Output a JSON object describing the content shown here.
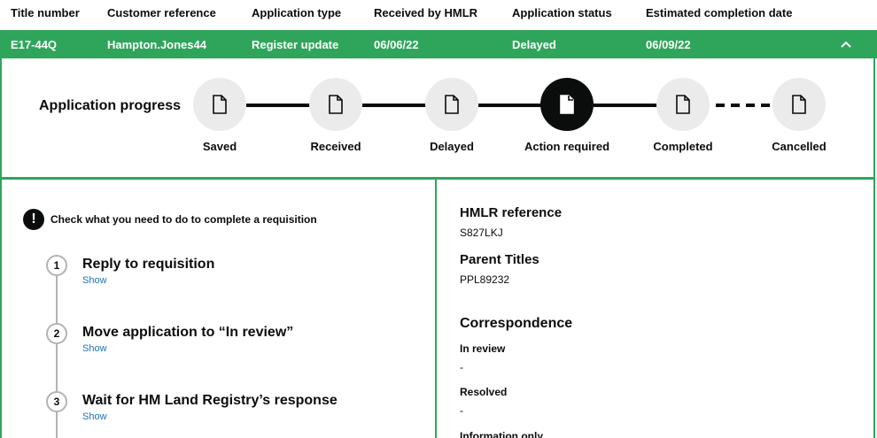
{
  "columns": {
    "title_number": "Title number",
    "customer_reference": "Customer reference",
    "application_type": "Application type",
    "received_by_hmlr": "Received by HMLR",
    "application_status": "Application status",
    "estimated_completion": "Estimated completion date"
  },
  "row": {
    "title_number": "E17-44Q",
    "customer_reference": "Hampton.Jones44",
    "application_type": "Register update",
    "received": "06/06/22",
    "status": "Delayed",
    "estimated_completion": "06/09/22",
    "toggle_icon": "chevron-up-icon"
  },
  "progress": {
    "title": "Application progress",
    "steps": [
      {
        "label": "Saved",
        "icon": "document-icon"
      },
      {
        "label": "Received",
        "icon": "document-icon"
      },
      {
        "label": "Delayed",
        "icon": "document-icon"
      },
      {
        "label": "Action required",
        "icon": "document-icon",
        "active": true
      },
      {
        "label": "Completed",
        "icon": "document-icon"
      },
      {
        "label": "Cancelled",
        "icon": "document-icon"
      }
    ]
  },
  "requisition": {
    "notice_icon": "!",
    "notice": "Check what you need to do to complete a requisition",
    "steps": [
      {
        "number": "1",
        "title": "Reply to requisition",
        "action": "Show"
      },
      {
        "number": "2",
        "title": "Move application to “In review”",
        "action": "Show"
      },
      {
        "number": "3",
        "title": "Wait for HM Land Registry’s response",
        "action": "Show"
      }
    ]
  },
  "details": {
    "hmlr_reference_label": "HMLR reference",
    "hmlr_reference_value": "S827LKJ",
    "parent_titles_label": "Parent Titles",
    "parent_titles_value": "PPL89232",
    "correspondence_label": "Correspondence",
    "in_review_label": "In review",
    "in_review_value": "-",
    "resolved_label": "Resolved",
    "resolved_value": "-",
    "information_only_label": "Information only"
  },
  "colors": {
    "accent_green": "#2fa55b",
    "text": "#0b0c0c",
    "link": "#1d70b8"
  }
}
